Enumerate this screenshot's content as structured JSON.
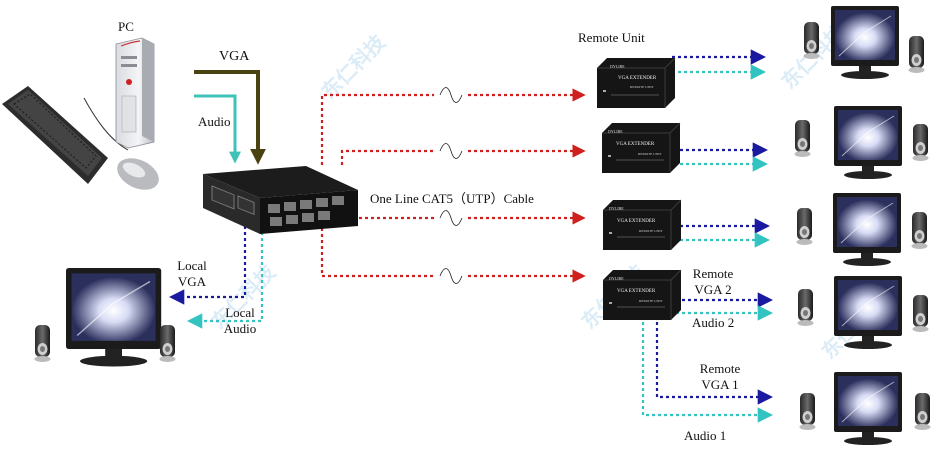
{
  "labels": {
    "pc": "PC",
    "vga": "VGA",
    "audio": "Audio",
    "remote_unit": "Remote Unit",
    "cable": "One Line CAT5（UTP）Cable",
    "local_vga_1": "Local",
    "local_vga_2": "VGA",
    "local_audio_1": "Local",
    "local_audio_2": "Audio",
    "remote_vga2_1": "Remote",
    "remote_vga2_2": "VGA 2",
    "audio2": "Audio 2",
    "remote_vga1_1": "Remote",
    "remote_vga1_2": "VGA 1",
    "audio1": "Audio 1"
  },
  "device_text": {
    "unit_brand": "DYLIBE",
    "unit_name": "VGA EXTENDER",
    "unit_sub": "REMOTE UNIT"
  },
  "watermark": "东仁科技",
  "colors": {
    "vga_line": "#1a1aa0",
    "audio_line": "#33c3c0",
    "cat5_line": "#d0201e",
    "pc_vga_arrow": "#4a4210",
    "pc_audio_arrow": "#3fc2b8"
  }
}
